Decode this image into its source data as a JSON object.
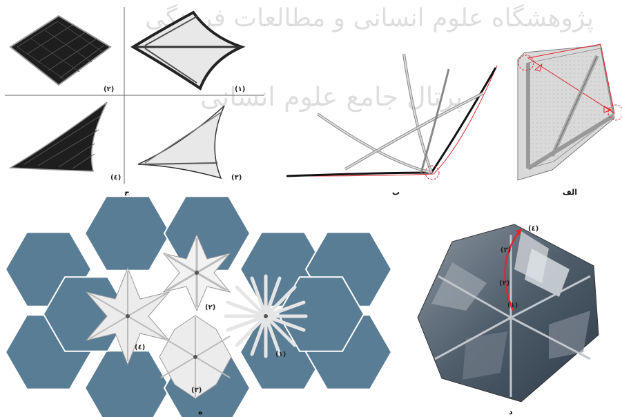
{
  "watermark": {
    "line1": "پژوهشگاه علوم انسانی و مطالعات فرهنگی",
    "line2": "پرتال جامع علوم انسانی"
  },
  "captions": {
    "alef": "الف",
    "be": "ب",
    "jim": "ج",
    "dal": "د",
    "he": "ه"
  },
  "jim_labels": {
    "l1": "(١)",
    "l2": "(٢)",
    "l3": "(٣)",
    "l4": "(٤)"
  },
  "he_labels": {
    "l1": "(١)",
    "l2": "(٢)",
    "l3": "(٣)",
    "l4": "(٤)"
  },
  "dal_labels": {
    "l1": "(١)",
    "l2": "(٢)",
    "l3": "(٣)",
    "l4": "(٤)"
  },
  "colors": {
    "hex_fill": "#5a7d96",
    "highlight": "#e0282c",
    "membrane": "#e8e8e8",
    "dark_membrane": "#1e1e1e"
  }
}
